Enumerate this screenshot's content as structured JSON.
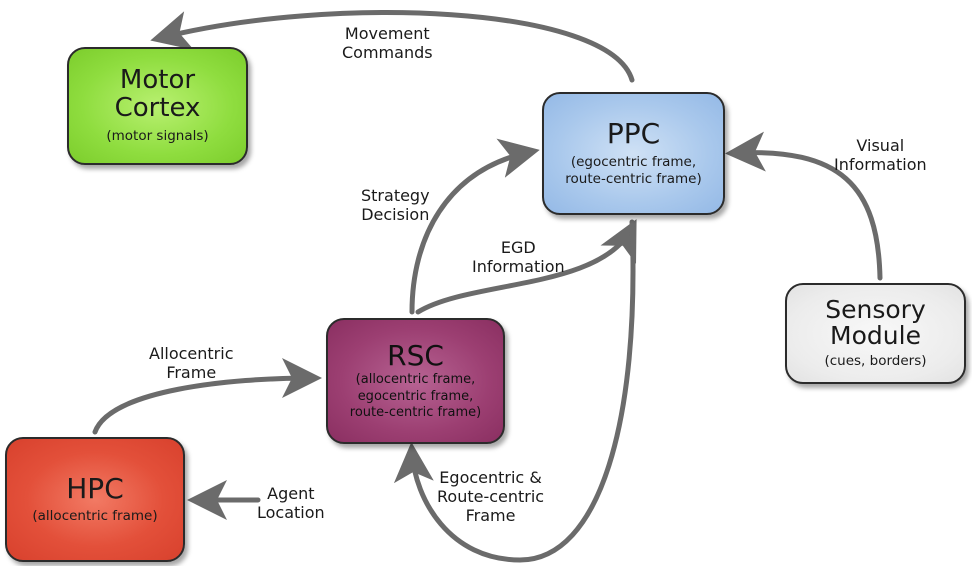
{
  "nodes": {
    "motor_cortex": {
      "title_line1": "Motor",
      "title_line2": "Cortex",
      "subtitle": "(motor signals)",
      "color": "#8fdd3f"
    },
    "ppc": {
      "title": "PPC",
      "subtitle_line1": "(egocentric frame,",
      "subtitle_line2": "route-centric frame)",
      "color": "#a9c8ec"
    },
    "rsc": {
      "title": "RSC",
      "subtitle_line1": "(allocentric frame,",
      "subtitle_line2": "egocentric frame,",
      "subtitle_line3": "route-centric frame)",
      "color": "#9c3f72"
    },
    "sensory": {
      "title_line1": "Sensory",
      "title_line2": "Module",
      "subtitle": "(cues, borders)",
      "color": "#ececec"
    },
    "hpc": {
      "title": "HPC",
      "subtitle": "(allocentric frame)",
      "color": "#e3503a"
    }
  },
  "edges": {
    "movement_commands": {
      "line1": "Movement",
      "line2": "Commands"
    },
    "visual_information": {
      "line1": "Visual",
      "line2": "Information"
    },
    "strategy_decision": {
      "line1": "Strategy",
      "line2": "Decision"
    },
    "egd_information": {
      "line1": "EGD",
      "line2": "Information"
    },
    "allocentric_frame": {
      "line1": "Allocentric",
      "line2": "Frame"
    },
    "egocentric_route_frame": {
      "line1": "Egocentric &",
      "line2": "Route-centric",
      "line3": "Frame"
    },
    "agent_location": {
      "line1": "Agent",
      "line2": "Location"
    }
  },
  "arrow_color": "#6b6b6b"
}
